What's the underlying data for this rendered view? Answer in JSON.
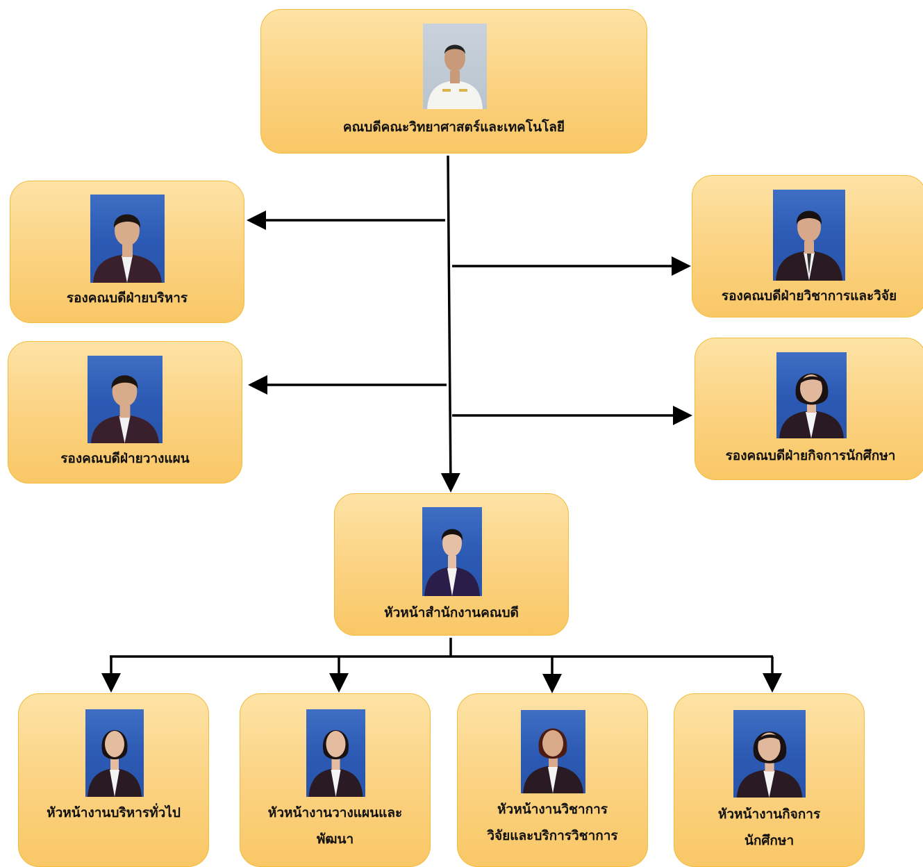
{
  "dean": {
    "title": "คณบดีคณะวิทยาศาสตร์และเทคโนโลยี"
  },
  "deputies": {
    "admin": {
      "title": "รองคณบดีฝ่ายบริหาร"
    },
    "academic": {
      "title": "รองคณบดีฝ่ายวิชาการและวิจัย"
    },
    "planning": {
      "title": "รองคณบดีฝ่ายวางแผน"
    },
    "student": {
      "title": "รองคณบดีฝ่ายกิจการนักศึกษา"
    }
  },
  "office_head": {
    "title": "หัวหน้าสำนักงานคณบดี"
  },
  "units": {
    "general": {
      "title": "หัวหน้างานบริหารทั่วไป"
    },
    "planning": {
      "line1": "หัวหน้างานวางแผนและ",
      "line2": "พัฒนา"
    },
    "academic": {
      "line1": "หัวหน้างานวิชาการ",
      "line2": "วิจัยและบริการวิชาการ"
    },
    "student": {
      "line1": "หัวหน้างานกิจการ",
      "line2": "นักศึกษา"
    }
  },
  "colors": {
    "box_fill": "#fcd486",
    "box_border": "#f3bc3d",
    "connector": "#000000",
    "photo_background": "#2b59b3"
  }
}
